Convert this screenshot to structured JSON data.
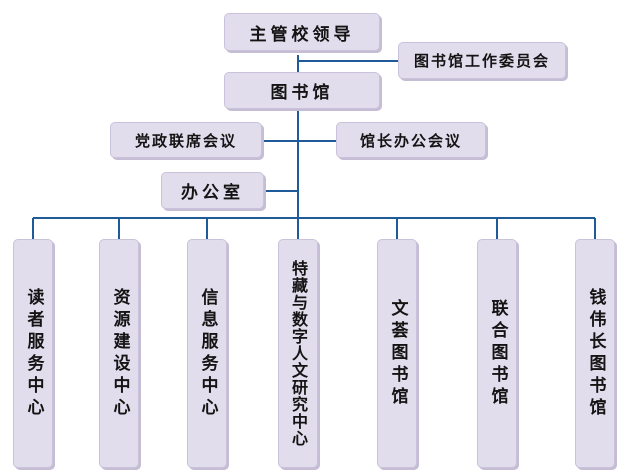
{
  "colors": {
    "box_fill": "#e2dded",
    "line": "#1f5a99"
  },
  "top_leader": "主管校领导",
  "committee": "图书馆工作委员会",
  "library": "图书馆",
  "party_meeting": "党政联席会议",
  "director_meeting": "馆长办公会议",
  "office": "办公室",
  "departments": [
    "读者服务中心",
    "资源建设中心",
    "信息服务中心",
    "特藏与数字人文研究中心",
    "文荟图书馆",
    "联合图书馆",
    "钱伟长图书馆"
  ]
}
